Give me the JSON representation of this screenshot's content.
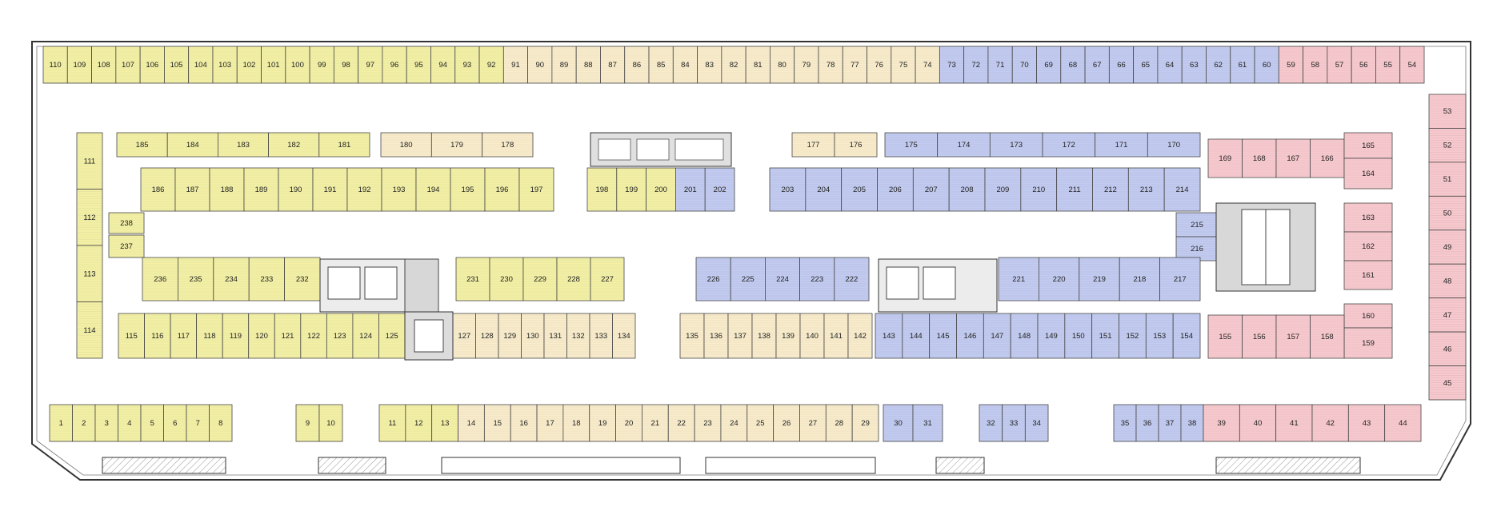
{
  "colors": {
    "yellow": "#f3f0a6",
    "cream": "#f8eccb",
    "blue": "#c2cbf0",
    "pink": "#f7c9ce",
    "line": "#333333",
    "gray": "#d4d4d4"
  },
  "units": {
    "top_row": [
      "110",
      "109",
      "108",
      "107",
      "106",
      "105",
      "104",
      "103",
      "102",
      "101",
      "100",
      "99",
      "98",
      "97",
      "96",
      "95",
      "94",
      "93",
      "92",
      "91",
      "90",
      "89",
      "88",
      "87",
      "86",
      "85",
      "84",
      "83",
      "82",
      "81",
      "80",
      "79",
      "78",
      "77",
      "76",
      "75",
      "74",
      "73",
      "72",
      "71",
      "70",
      "69",
      "68",
      "67",
      "66",
      "65",
      "64",
      "63",
      "62",
      "61",
      "60",
      "59",
      "58",
      "57",
      "56",
      "55",
      "54"
    ],
    "right_col": [
      "53",
      "52",
      "51",
      "50",
      "49",
      "48",
      "47",
      "46",
      "45"
    ],
    "left_col": [
      "111",
      "112",
      "113",
      "114"
    ],
    "bottom_row": [
      "1",
      "2",
      "3",
      "4",
      "5",
      "6",
      "7",
      "8",
      "9",
      "10",
      "11",
      "12",
      "13",
      "14",
      "15",
      "16",
      "17",
      "18",
      "19",
      "20",
      "21",
      "22",
      "23",
      "24",
      "25",
      "26",
      "27",
      "28",
      "29",
      "30",
      "31",
      "32",
      "33",
      "34",
      "35",
      "36",
      "37",
      "38",
      "39",
      "40",
      "41",
      "42",
      "43",
      "44"
    ],
    "row_a": [
      "185",
      "184",
      "183",
      "182",
      "181",
      "180",
      "179",
      "178",
      "177",
      "176",
      "175",
      "174",
      "173",
      "172",
      "171",
      "170"
    ],
    "row_b": [
      "186",
      "187",
      "188",
      "189",
      "190",
      "191",
      "192",
      "193",
      "194",
      "195",
      "196",
      "197",
      "198",
      "199",
      "200",
      "201",
      "202",
      "203",
      "204",
      "205",
      "206",
      "207",
      "208",
      "209",
      "210",
      "211",
      "212",
      "213",
      "214"
    ],
    "mid_left": [
      "238",
      "237"
    ],
    "mid_right": [
      "215",
      "216"
    ],
    "row_c": [
      "236",
      "235",
      "234",
      "233",
      "232",
      "231",
      "230",
      "229",
      "228",
      "227",
      "226",
      "225",
      "224",
      "223",
      "222",
      "221",
      "220",
      "219",
      "218",
      "217"
    ],
    "row_d": [
      "115",
      "116",
      "117",
      "118",
      "119",
      "120",
      "121",
      "122",
      "123",
      "124",
      "125",
      "127",
      "128",
      "129",
      "130",
      "131",
      "132",
      "133",
      "134",
      "135",
      "136",
      "137",
      "138",
      "139",
      "140",
      "141",
      "142",
      "143",
      "144",
      "145",
      "146",
      "147",
      "148",
      "149",
      "150",
      "151",
      "152",
      "153",
      "154"
    ],
    "east_block": [
      "169",
      "168",
      "167",
      "166",
      "165",
      "164",
      "163",
      "162",
      "161",
      "160",
      "159",
      "155",
      "156",
      "157",
      "158"
    ]
  }
}
